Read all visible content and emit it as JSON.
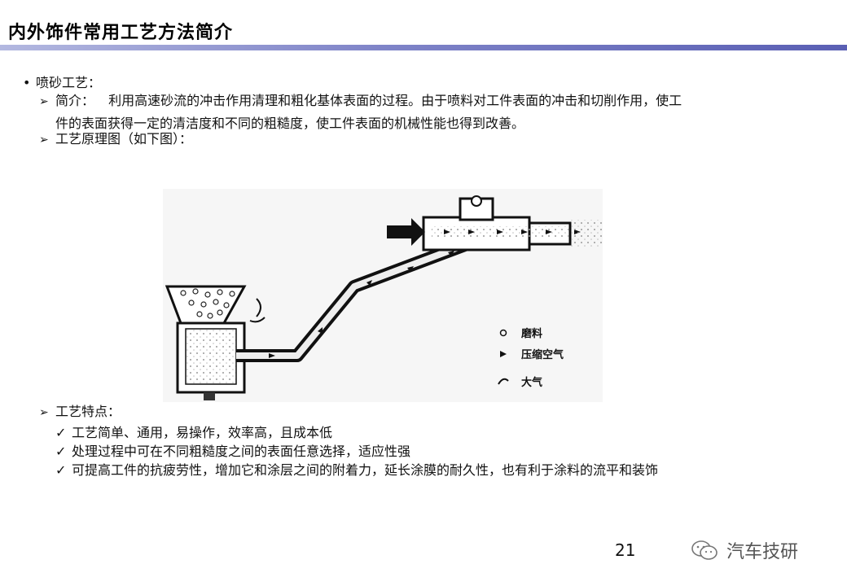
{
  "header": {
    "title": "内外饰件常用工艺方法简介"
  },
  "section": {
    "bullet_label": "喷砂工艺：",
    "intro_label": "简介：",
    "intro_text_line1": "利用高速砂流的冲击作用清理和粗化基体表面的过程。由于喷料对工件表面的冲击和切削作用，使工",
    "intro_text_line2": "件的表面获得一定的清洁度和不同的粗糙度，使工件表面的机械性能也得到改善。",
    "principle_label": "工艺原理图",
    "principle_note": "（如下图）：",
    "features_label": "工艺特点：",
    "features": [
      "工艺简单、通用，易操作，效率高，且成本低",
      "处理过程中可在不同粗糙度之间的表面任意选择，适应性强",
      "可提高工件的抗疲劳性，增加它和涂层之间的附着力，延长涂膜的耐久性，也有利于涂料的流平和装饰"
    ]
  },
  "figure": {
    "legend": [
      {
        "icon": "abrasive-dot-icon",
        "label": "磨料"
      },
      {
        "icon": "triangle-icon",
        "label": "压缩空气"
      },
      {
        "icon": "curved-arrow-icon",
        "label": "大气"
      }
    ]
  },
  "footer": {
    "page_number": "21",
    "brand": "汽车技研"
  }
}
